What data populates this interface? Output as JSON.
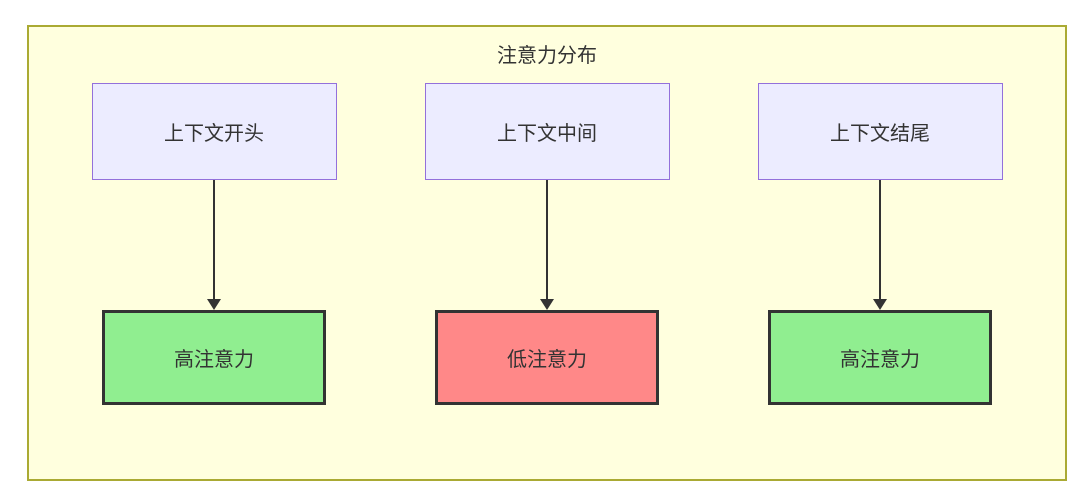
{
  "diagram": {
    "title": "注意力分布",
    "columns": [
      {
        "source": "上下文开头",
        "result": {
          "label": "高注意力",
          "level": "high"
        }
      },
      {
        "source": "上下文中间",
        "result": {
          "label": "低注意力",
          "level": "low"
        }
      },
      {
        "source": "上下文结尾",
        "result": {
          "label": "高注意力",
          "level": "high"
        }
      }
    ],
    "colors": {
      "container_bg": "#ffffde",
      "container_border": "#aaaa33",
      "source_bg": "#ececff",
      "source_border": "#9370db",
      "high_bg": "#90ee90",
      "low_bg": "#ff8888",
      "result_border": "#333333",
      "arrow": "#333333",
      "text": "#333333"
    }
  }
}
